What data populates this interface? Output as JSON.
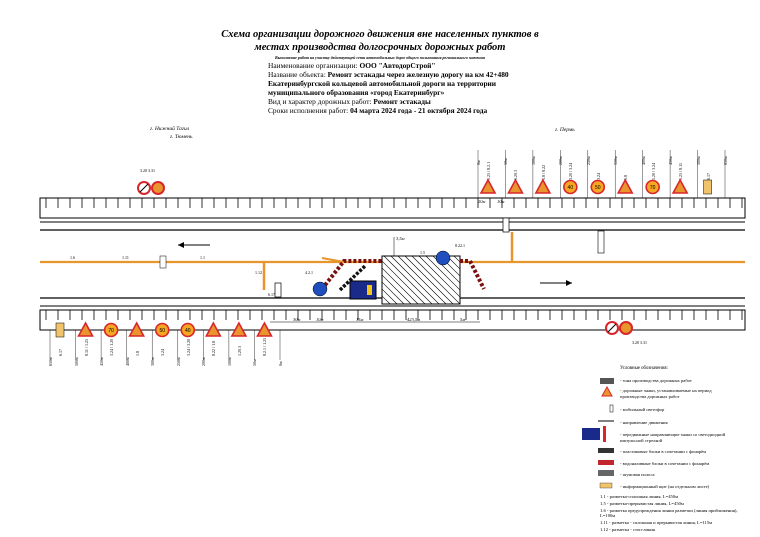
{
  "header": {
    "title": "Схема организации дорожного движения вне населенных пунктов в местах производства долгосрочных дорожных работ",
    "subtitle": "Выполнение работ на участку действующей сети автомобильных дорог общего пользования регионального значения",
    "org_label": "Наименование организации:",
    "org_value": "ООО \"АвтодорСтрой\"",
    "object_label": "Название объекта:",
    "object_value_1": "Ремонт эстакады через железную дорогу на км 42+480",
    "object_value_2": "Екатеринбургской кольцевой автомобильной дороги на территории",
    "object_value_3": "муниципального образования «город Екатеринбург»",
    "work_label": "Вид и характер дорожных работ:",
    "work_value": "Ремонт эстакады",
    "dates_label": "Сроки исполнения работ:",
    "dates_value": "04 марта 2024 года - 21 октября 2024 года"
  },
  "directions": {
    "left_1": "г. Нижний Тагил",
    "left_2": "г. Тюмень",
    "right": "г. Пермь"
  },
  "top_signs": [
    {
      "code": "1.25 / 8.2.1",
      "dist": "0м",
      "type": "tri"
    },
    {
      "code": "1.20.3",
      "dist": "50м",
      "type": "tri"
    },
    {
      "code": "1.8 / 8.22",
      "dist": "100м",
      "type": "tri"
    },
    {
      "code": "3.20 / 3.24",
      "dist": "200м",
      "type": "circ",
      "val": "40"
    },
    {
      "code": "3.24",
      "dist": "250м",
      "type": "circ",
      "val": "50"
    },
    {
      "code": "1.8",
      "dist": "350м",
      "type": "tri"
    },
    {
      "code": "1.20 / 3.24",
      "dist": "400м",
      "type": "circ",
      "val": "70"
    },
    {
      "code": "1.25 / 8.11",
      "dist": "450м",
      "type": "tri"
    },
    {
      "code": "6.17",
      "dist": "500м",
      "type": "info"
    },
    {
      "code": "",
      "dist": "650м",
      "type": "none"
    }
  ],
  "bottom_signs": [
    {
      "code": "6.17",
      "dist": "650м",
      "type": "info"
    },
    {
      "code": "8.11 / 1.25",
      "dist": "500м",
      "type": "tri"
    },
    {
      "code": "3.24 / 1.20",
      "dist": "450м",
      "type": "circ",
      "val": "70"
    },
    {
      "code": "1.8",
      "dist": "400м",
      "type": "tri"
    },
    {
      "code": "3.24",
      "dist": "300м",
      "type": "circ",
      "val": "50"
    },
    {
      "code": "3.24 / 3.20",
      "dist": "250м",
      "type": "circ",
      "val": "40"
    },
    {
      "code": "8.22 / 1.8",
      "dist": "200м",
      "type": "tri"
    },
    {
      "code": "1.20.3",
      "dist": "100м",
      "type": "tri"
    },
    {
      "code": "8.2.1 / 1.25",
      "dist": "50м",
      "type": "tri"
    },
    {
      "code": "",
      "dist": "0м",
      "type": "none"
    }
  ],
  "end_signs": {
    "top_left": "3.20 3.31",
    "bottom_right": "3.20 3.31"
  },
  "markings": {
    "m1": "1.6",
    "m2": "1.11",
    "m3": "1.1",
    "m4": "1.5",
    "m5": "1.12",
    "m6": "4.2.1",
    "m7": "8.22.1",
    "m8": "6.17"
  },
  "dimensions": {
    "d1": "30м",
    "d2": "10м",
    "d3": "15м",
    "d4": "423,5м",
    "d5": "5м",
    "d6": "3,5м",
    "d7": "20м",
    "d8": "10м"
  },
  "legend": {
    "title": "Условные обозначения:",
    "items": [
      "- зона производства дорожных работ",
      "- дорожные знаки, устанавливаемые на период производства дорожных работ",
      "- мобильный светофор",
      "- направление движения",
      "- передвижные направляющие знаки со светодиодной импульсной стрелкой",
      "- пластиковые блоки в сочетании с фонарём",
      "- водоналивные блоки в сочетании с фонарём",
      "- шумовая полоса",
      "- информационный щит (на отдельном листе)"
    ],
    "marks": [
      "1.1 - разметка-сплошная линия, L=450м",
      "1.5 - разметка-прерывистая линия, L=450м",
      "1.6 - разметка предупреждения линии разметки (линия приближения), L=100м",
      "1.11 - разметка - сплошная и прерывистая линия, L=115м",
      "1.12 - разметка - стоп-линия"
    ]
  },
  "colors": {
    "orange": "#e8952e",
    "red": "#d8262c",
    "blue": "#1f4fbf",
    "yellow": "#f5c518"
  }
}
